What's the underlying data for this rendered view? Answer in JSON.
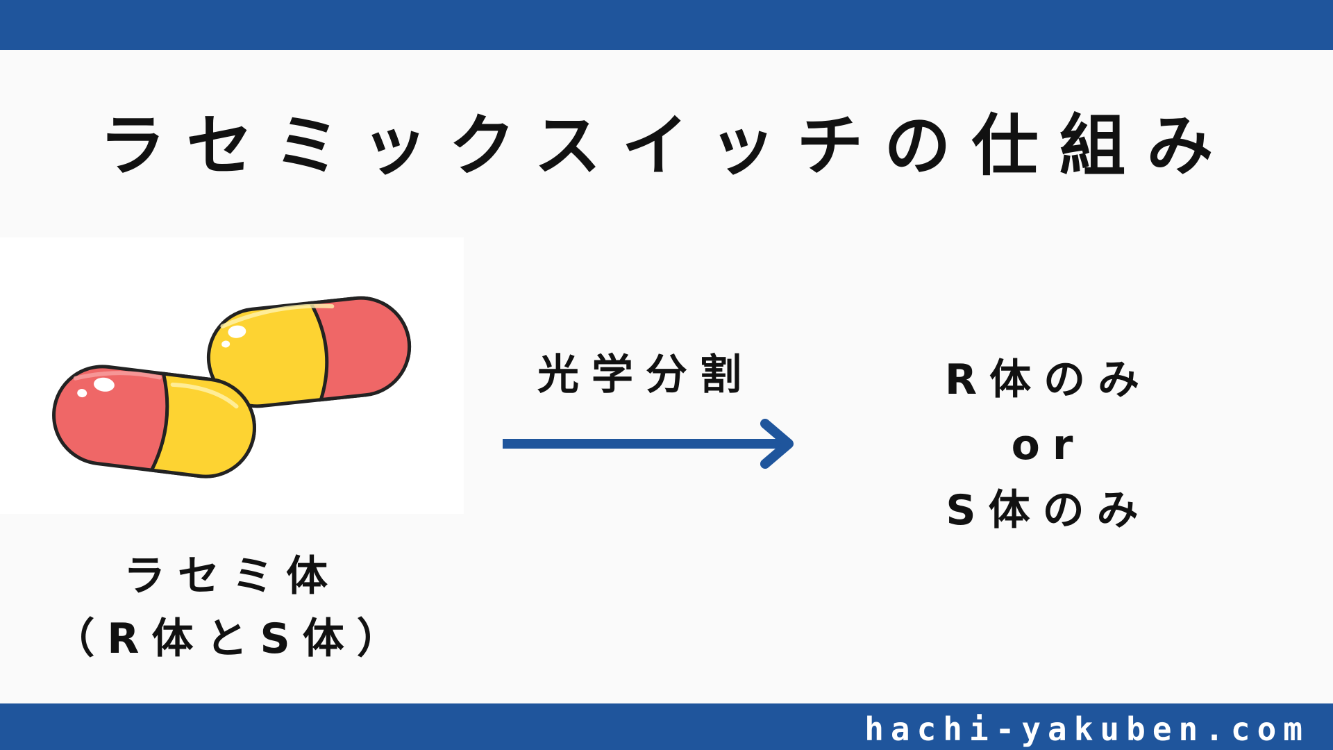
{
  "title": "ラセミックスイッチの仕組み",
  "left": {
    "image_icon": "capsule-pills-icon",
    "caption_line1": "ラセミ体",
    "caption_line2": "（R体とS体）"
  },
  "process": {
    "label": "光学分割",
    "arrow_icon": "right-arrow-icon"
  },
  "result": {
    "line1": "R体のみ",
    "line2": "or",
    "line3": "S体のみ"
  },
  "footer": {
    "url": "hachi-yakuben.com"
  },
  "colors": {
    "bar": "#1f559c",
    "arrow": "#1f559c",
    "capsule_red": "#ef6767",
    "capsule_yellow": "#fdd332",
    "outline": "#222222"
  }
}
